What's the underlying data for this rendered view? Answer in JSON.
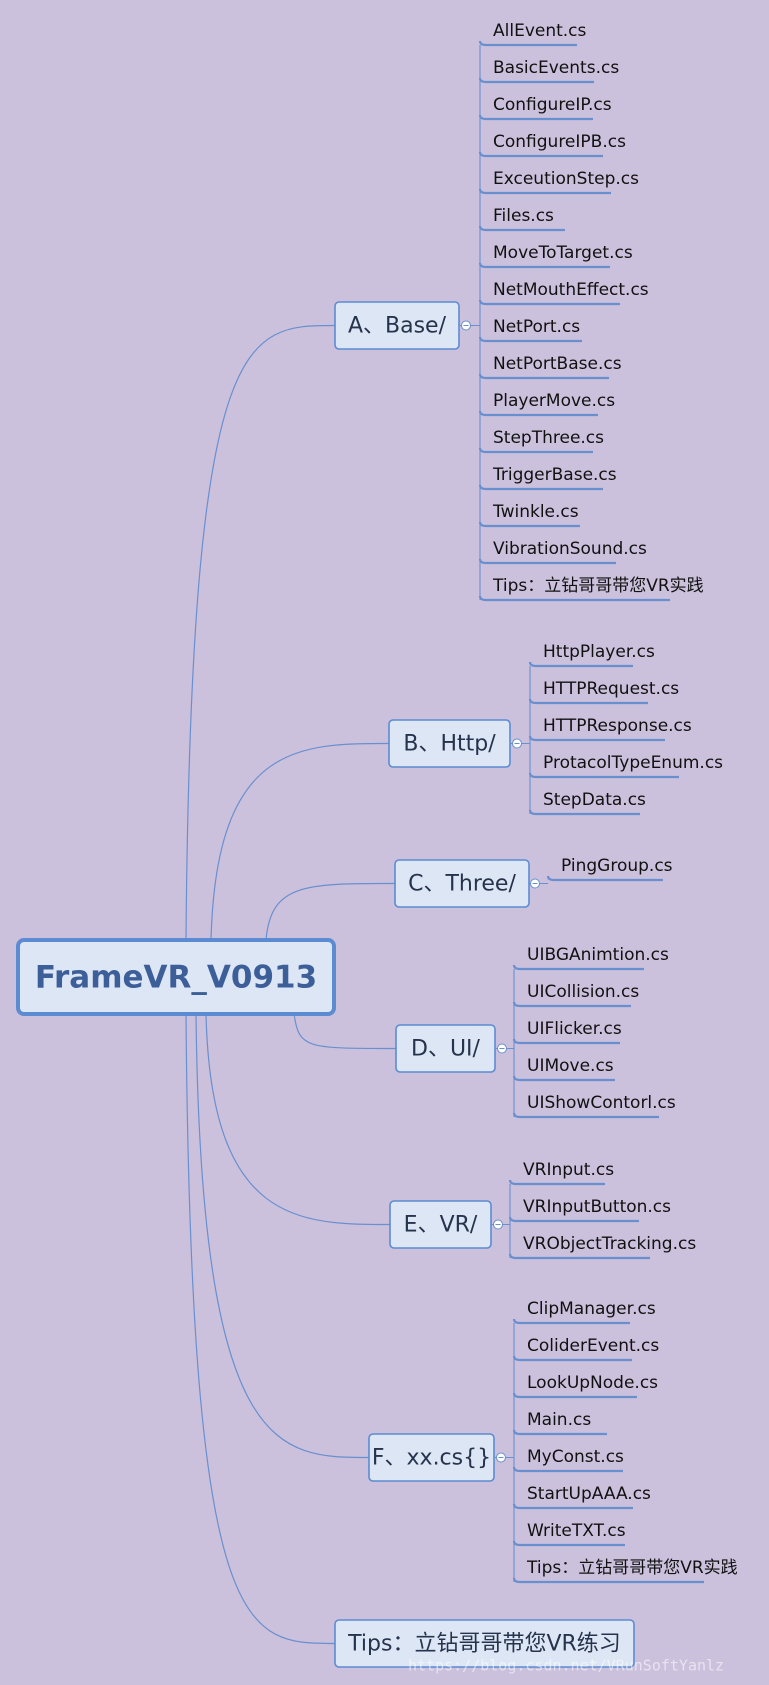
{
  "root": {
    "label": "FrameVR_V0913"
  },
  "colors": {
    "background": "#cbc1dc",
    "line": "#6a8fce",
    "node_fill": "#dde6f4",
    "node_border": "#5c8bd2"
  },
  "branches": [
    {
      "label": "A、Base/",
      "children": [
        "AllEvent.cs",
        "BasicEvents.cs",
        "ConfigureIP.cs",
        "ConfigureIPB.cs",
        "ExceutionStep.cs",
        "Files.cs",
        "MoveToTarget.cs",
        "NetMouthEffect.cs",
        "NetPort.cs",
        "NetPortBase.cs",
        "PlayerMove.cs",
        "StepThree.cs",
        "TriggerBase.cs",
        "Twinkle.cs",
        "VibrationSound.cs",
        "Tips：立钻哥哥带您VR实践"
      ]
    },
    {
      "label": "B、Http/",
      "children": [
        "HttpPlayer.cs",
        "HTTPRequest.cs",
        "HTTPResponse.cs",
        "ProtacolTypeEnum.cs",
        "StepData.cs"
      ]
    },
    {
      "label": "C、Three/",
      "children": [
        "PingGroup.cs"
      ]
    },
    {
      "label": "D、UI/",
      "children": [
        "UIBGAnimtion.cs",
        "UICollision.cs",
        "UIFlicker.cs",
        "UIMove.cs",
        "UIShowContorl.cs"
      ]
    },
    {
      "label": "E、VR/",
      "children": [
        "VRInput.cs",
        "VRInputButton.cs",
        "VRObjectTracking.cs"
      ]
    },
    {
      "label": "F、xx.cs{}",
      "children": [
        "ClipManager.cs",
        "ColiderEvent.cs",
        "LookUpNode.cs",
        "Main.cs",
        "MyConst.cs",
        "StartUpAAA.cs",
        "WriteTXT.cs",
        "Tips：立钻哥哥带您VR实践"
      ]
    },
    {
      "label": "Tips：立钻哥哥带您VR练习",
      "children": []
    }
  ],
  "watermark": "https://blog.csdn.net/VRunSoftYanlz"
}
